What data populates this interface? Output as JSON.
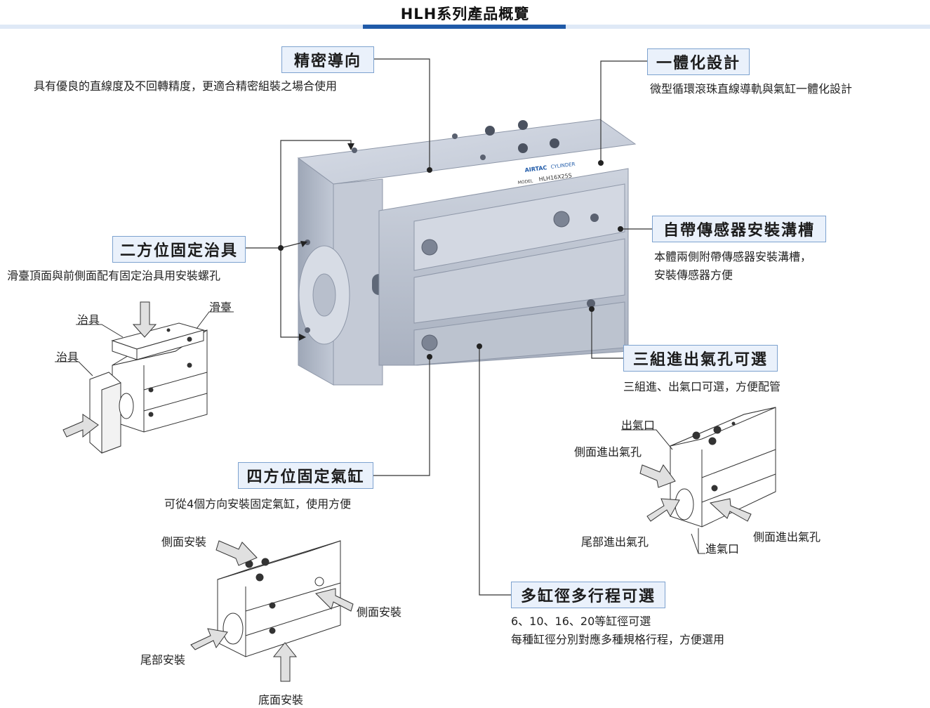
{
  "page": {
    "title": "HLH系列產品概覽"
  },
  "features": {
    "precision": {
      "title": "精密導向",
      "desc": "具有優良的直線度及不回轉精度，更適合精密組裝之場合使用"
    },
    "integrated": {
      "title": "一體化設計",
      "desc": "微型循環滾珠直線導軌與氣缸一體化設計"
    },
    "fixture": {
      "title": "二方位固定治具",
      "desc": "滑臺頂面與前側面配有固定治具用安裝螺孔"
    },
    "sensor": {
      "title": "自帶傳感器安裝溝槽",
      "desc_line1": "本體兩側附帶傳感器安裝溝槽，",
      "desc_line2": "安裝傳感器方便"
    },
    "ports": {
      "title": "三組進出氣孔可選",
      "desc": "三組進、出氣口可選，方便配管"
    },
    "mounting": {
      "title": "四方位固定氣缸",
      "desc": "可從4個方向安裝固定氣缸，使用方便"
    },
    "bore": {
      "title": "多缸徑多行程可選",
      "desc_line1": "6、10、16、20等缸徑可選",
      "desc_line2": "每種缸徑分別對應多種規格行程，方便選用"
    }
  },
  "product": {
    "brand": "AIRTAC",
    "brand_sub": "CYLINDER",
    "model_label": "MODEL",
    "model": "HLH16X25S"
  },
  "fixture_diagram": {
    "label_jig_top": "治具",
    "label_jig_side": "治具",
    "label_slide": "滑臺"
  },
  "ports_diagram": {
    "label_outlet": "出氣口",
    "label_side_port_left": "側面進出氣孔",
    "label_rear_port": "尾部進出氣孔",
    "label_inlet": "進氣口",
    "label_side_port_right": "側面進出氣孔"
  },
  "mounting_diagram": {
    "label_side_top": "側面安裝",
    "label_side_right": "側面安裝",
    "label_rear": "尾部安裝",
    "label_bottom": "底面安裝"
  },
  "colors": {
    "accent": "#1f5aa8",
    "accent_light": "#dfe9f6",
    "box_fill": "#eaf1fb",
    "box_border": "#7da2cf",
    "metal": "#b4bccb"
  }
}
